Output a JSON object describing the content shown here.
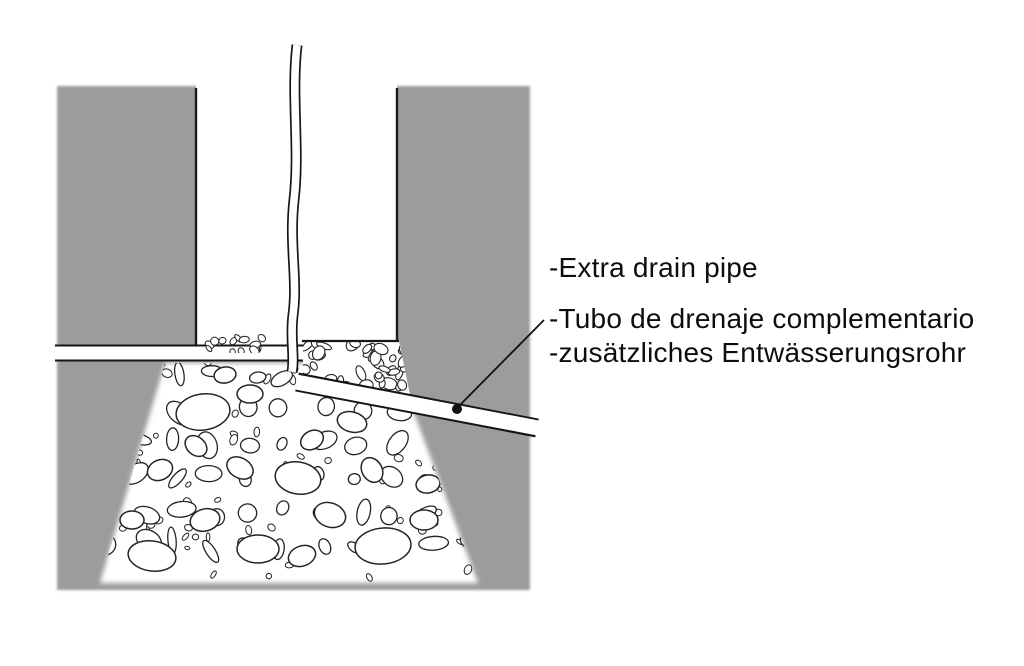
{
  "diagram": {
    "colors": {
      "soil_gray": "#9c9c9c",
      "outline_black": "#161616",
      "stone_white": "#ffffff",
      "page_background": "#ffffff"
    },
    "callout": {
      "labels": [
        "-Extra drain pipe",
        "-Tubo de drenaje complementario",
        "-zusätzliches Entwässerungsrohr"
      ]
    }
  }
}
